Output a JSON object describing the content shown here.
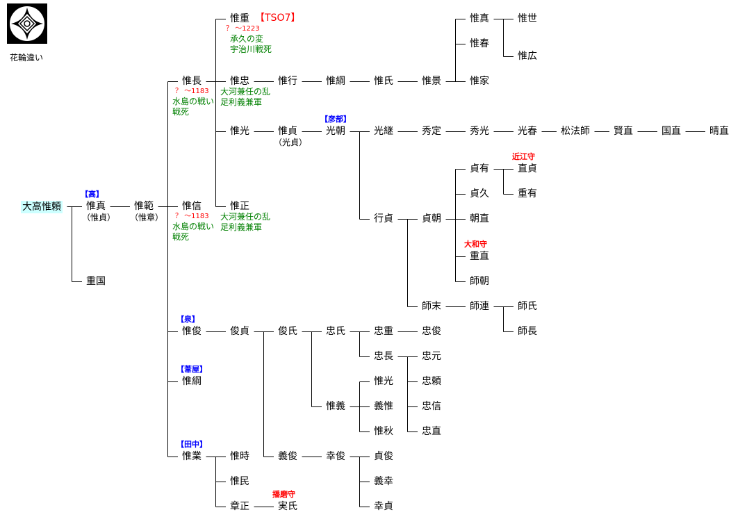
{
  "emblem": {
    "caption": "花輪違い"
  },
  "colors": {
    "blue_tag": "#0000ff",
    "red_tag": "#ff0000",
    "note_green": "#008000",
    "root_highlight": "#ccffff"
  },
  "nodes": [
    {
      "name": "大高惟頼"
    },
    {
      "name": "惟真",
      "sub": "（惟貞）",
      "tag": "【高】",
      "tag_color": "blue"
    },
    {
      "name": "惟範",
      "sub": "（惟章）"
    },
    {
      "name": "重国"
    },
    {
      "name": "惟長",
      "dates": "？ ～1183",
      "notes": [
        "水島の戦い",
        "戦死"
      ]
    },
    {
      "name": "惟信",
      "dates": "？ ～1183",
      "notes": [
        "水島の戦い",
        "戦死"
      ]
    },
    {
      "name": "惟俊",
      "tag": "【泉】",
      "tag_color": "blue"
    },
    {
      "name": "惟綱",
      "tag": "【葦屋】",
      "tag_color": "blue"
    },
    {
      "name": "惟業",
      "tag": "【田中】",
      "tag_color": "blue"
    },
    {
      "name": "惟重",
      "tag": "【TSO7】",
      "tag_color": "red",
      "dates": "？ ～1223",
      "notes": [
        "承久の変",
        "宇治川戦死"
      ]
    },
    {
      "name": "惟忠",
      "notes": [
        "大河兼任の乱",
        "足利義兼軍"
      ]
    },
    {
      "name": "惟光"
    },
    {
      "name": "惟正",
      "notes": [
        "大河兼任の乱",
        "足利義兼軍"
      ]
    },
    {
      "name": "俊貞"
    },
    {
      "name": "惟時"
    },
    {
      "name": "惟民"
    },
    {
      "name": "章正"
    },
    {
      "name": "惟行"
    },
    {
      "name": "惟貞",
      "sub": "（光貞）"
    },
    {
      "name": "俊氏"
    },
    {
      "name": "義俊"
    },
    {
      "name": "実氏",
      "tag": "播磨守",
      "tag_color": "red"
    },
    {
      "name": "惟綱"
    },
    {
      "name": "光朝",
      "tag": "【彦部】",
      "tag_color": "blue"
    },
    {
      "name": "忠氏"
    },
    {
      "name": "惟義"
    },
    {
      "name": "幸俊"
    },
    {
      "name": "惟氏"
    },
    {
      "name": "光継"
    },
    {
      "name": "行貞"
    },
    {
      "name": "忠重"
    },
    {
      "name": "忠長"
    },
    {
      "name": "惟光"
    },
    {
      "name": "義惟"
    },
    {
      "name": "惟秋"
    },
    {
      "name": "貞俊"
    },
    {
      "name": "義幸"
    },
    {
      "name": "幸貞"
    },
    {
      "name": "惟景"
    },
    {
      "name": "秀定"
    },
    {
      "name": "貞朝"
    },
    {
      "name": "師末"
    },
    {
      "name": "忠俊"
    },
    {
      "name": "忠元"
    },
    {
      "name": "忠頼"
    },
    {
      "name": "忠信"
    },
    {
      "name": "忠直"
    },
    {
      "name": "惟真"
    },
    {
      "name": "惟春"
    },
    {
      "name": "惟家"
    },
    {
      "name": "秀光"
    },
    {
      "name": "貞有"
    },
    {
      "name": "貞久"
    },
    {
      "name": "朝直"
    },
    {
      "name": "重直",
      "tag": "大和守",
      "tag_color": "red"
    },
    {
      "name": "師朝"
    },
    {
      "name": "師連"
    },
    {
      "name": "惟世"
    },
    {
      "name": "惟広"
    },
    {
      "name": "光春"
    },
    {
      "name": "直貞",
      "tag": "近江守",
      "tag_color": "red"
    },
    {
      "name": "重有"
    },
    {
      "name": "師氏"
    },
    {
      "name": "師長"
    },
    {
      "name": "松法師"
    },
    {
      "name": "賢直"
    },
    {
      "name": "国直"
    },
    {
      "name": "晴直"
    }
  ]
}
